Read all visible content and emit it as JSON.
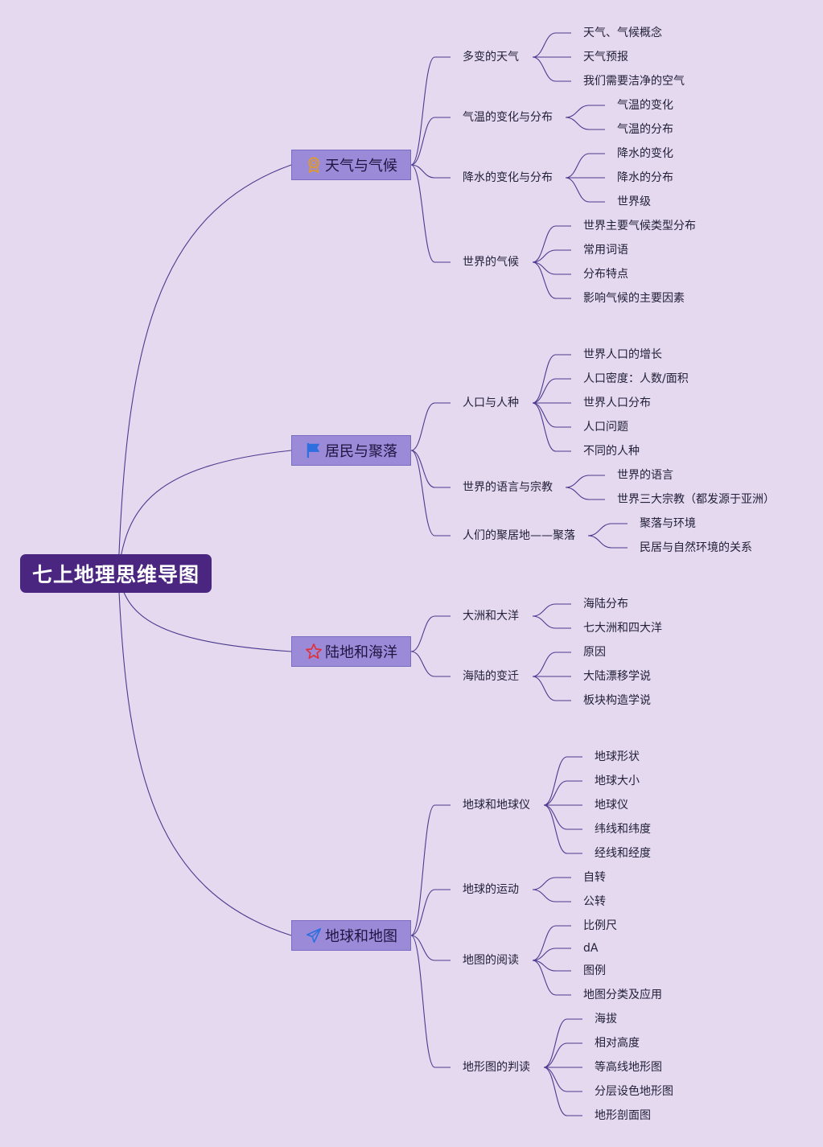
{
  "root": {
    "label": "七上地理思维导图"
  },
  "branches": [
    {
      "label": "天气与气候",
      "icon": "medal-icon",
      "children": [
        {
          "label": "多变的天气",
          "children": [
            "天气、气候概念",
            "天气预报",
            "我们需要洁净的空气"
          ]
        },
        {
          "label": "气温的变化与分布",
          "children": [
            "气温的变化",
            "气温的分布"
          ]
        },
        {
          "label": "降水的变化与分布",
          "children": [
            "降水的变化",
            "降水的分布",
            "世界级"
          ]
        },
        {
          "label": "世界的气候",
          "children": [
            "世界主要气候类型分布",
            "常用词语",
            "分布特点",
            "影响气候的主要因素"
          ]
        }
      ]
    },
    {
      "label": "居民与聚落",
      "icon": "flag-icon",
      "children": [
        {
          "label": "人口与人种",
          "children": [
            "世界人口的增长",
            "人口密度：人数/面积",
            "世界人口分布",
            "人口问题",
            "不同的人种"
          ]
        },
        {
          "label": "世界的语言与宗教",
          "children": [
            "世界的语言",
            "世界三大宗教（都发源于亚洲）"
          ]
        },
        {
          "label": "人们的聚居地——聚落",
          "children": [
            "聚落与环境",
            "民居与自然环境的关系"
          ]
        }
      ]
    },
    {
      "label": "陆地和海洋",
      "icon": "star-icon",
      "children": [
        {
          "label": "大洲和大洋",
          "children": [
            "海陆分布",
            "七大洲和四大洋"
          ]
        },
        {
          "label": "海陆的变迁",
          "children": [
            "原因",
            "大陆漂移学说",
            "板块构造学说"
          ]
        }
      ]
    },
    {
      "label": "地球和地图",
      "icon": "paper-plane-icon",
      "children": [
        {
          "label": "地球和地球仪",
          "children": [
            "地球形状",
            "地球大小",
            "地球仪",
            "纬线和纬度",
            "经线和经度"
          ]
        },
        {
          "label": "地球的运动",
          "children": [
            "自转",
            "公转"
          ]
        },
        {
          "label": "地图的阅读",
          "children": [
            "比例尺",
            "dA",
            "图例",
            "地图分类及应用"
          ]
        },
        {
          "label": "地形图的判读",
          "children": [
            "海拔",
            "相对高度",
            "等高线地形图",
            "分层设色地形图",
            "地形剖面图"
          ]
        }
      ]
    }
  ],
  "colors": {
    "background": "#e4d9ee",
    "root_fill": "#4a2680",
    "branch_fill": "#9a8ad8",
    "connector": "#4b3a8f",
    "text": "#23203a"
  }
}
